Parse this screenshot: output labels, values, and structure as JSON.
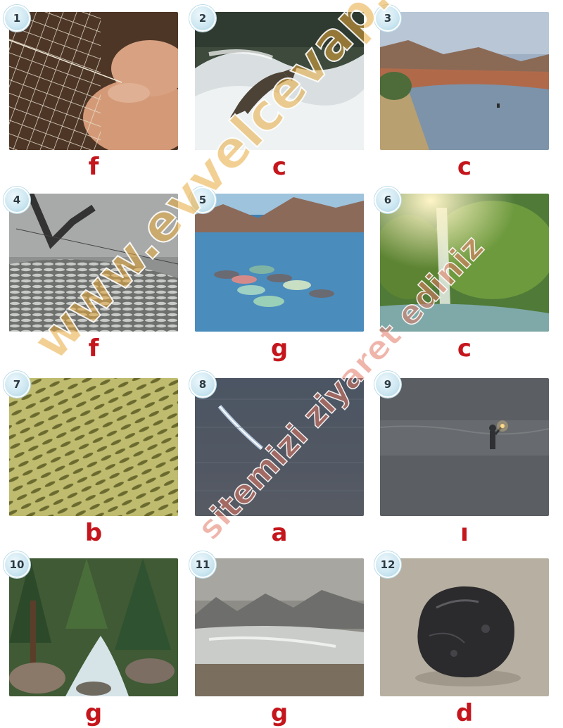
{
  "items": [
    {
      "number": "1",
      "answer": "f",
      "icon": "fishing-net-hands-photo"
    },
    {
      "number": "2",
      "answer": "c",
      "icon": "leaping-fish-rapids-photo"
    },
    {
      "number": "3",
      "answer": "c",
      "icon": "river-landscape-photo"
    },
    {
      "number": "4",
      "answer": "f",
      "icon": "fish-catch-net-photo"
    },
    {
      "number": "5",
      "answer": "g",
      "icon": "fish-farm-cages-lake-photo"
    },
    {
      "number": "6",
      "answer": "c",
      "icon": "waterfall-forest-photo"
    },
    {
      "number": "7",
      "answer": "b",
      "icon": "fish-school-photo"
    },
    {
      "number": "8",
      "answer": "a",
      "icon": "light-beam-dark-photo"
    },
    {
      "number": "9",
      "answer": "ı",
      "icon": "person-lamp-lake-photo"
    },
    {
      "number": "10",
      "answer": "g",
      "icon": "forest-stream-photo"
    },
    {
      "number": "11",
      "answer": "g",
      "icon": "mountain-riverbed-photo"
    },
    {
      "number": "12",
      "answer": "d",
      "icon": "coal-lump-photo"
    }
  ],
  "watermark": {
    "line1": "www.evvelcevap.com",
    "line2": "sitemizi ziyaret ediniz"
  },
  "colors": {
    "answer": "#c4161c",
    "badge": "#cfe8f2"
  }
}
